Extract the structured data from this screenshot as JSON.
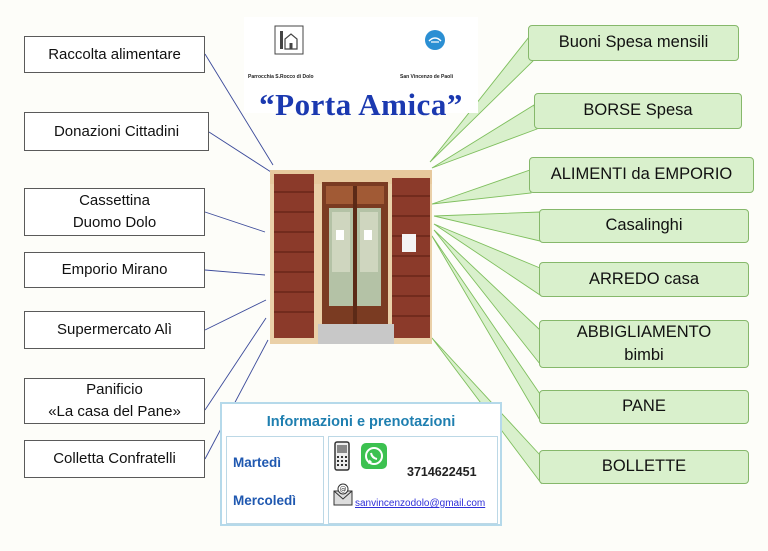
{
  "logo": {
    "left_caption": "Parrocchia S.Rocco di Dolo",
    "right_caption": "San Vincenzo de Paoli",
    "title": "“Porta Amica”"
  },
  "sources": [
    {
      "label": "Raccolta alimentare"
    },
    {
      "label": "Donazioni Cittadini"
    },
    {
      "label": "Cassettina\nDuomo Dolo"
    },
    {
      "label": "Emporio Mirano"
    },
    {
      "label": "Supermercato Alì"
    },
    {
      "label": "Panificio\n«La casa del Pane»"
    },
    {
      "label": "Colletta Confratelli"
    }
  ],
  "services": [
    {
      "label": "Buoni Spesa mensili"
    },
    {
      "label": "BORSE Spesa"
    },
    {
      "label": "ALIMENTI da EMPORIO"
    },
    {
      "label": "Casalinghi"
    },
    {
      "label": "ARREDO casa"
    },
    {
      "label": "ABBIGLIAMENTO\nbimbi"
    },
    {
      "label": "PANE"
    },
    {
      "label": "BOLLETTE"
    }
  ],
  "info": {
    "title": "Informazioni e prenotazioni",
    "days": [
      "Martedì",
      "Mercoledì"
    ],
    "phone": "3714622451",
    "email": "sanvincenzodolo@gmail.com"
  },
  "colors": {
    "source_line": "#3b4a9a",
    "service_line": "#7fbf5e",
    "service_fill": "#d9f0cc",
    "title_blue": "#1b39b0",
    "info_blue": "#1f7fb0"
  }
}
